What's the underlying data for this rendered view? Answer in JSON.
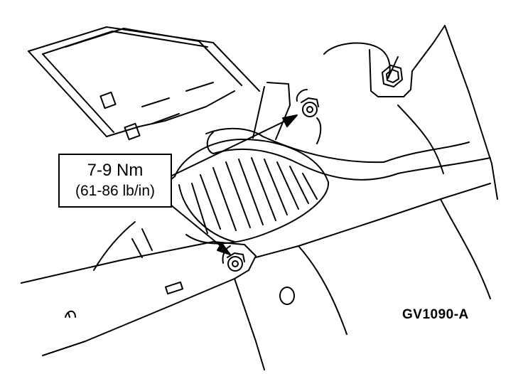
{
  "callout": {
    "torque_nm": "7-9 Nm",
    "torque_lb_in": "(61-86 lb/in)"
  },
  "figure_id": "GV1090-A"
}
